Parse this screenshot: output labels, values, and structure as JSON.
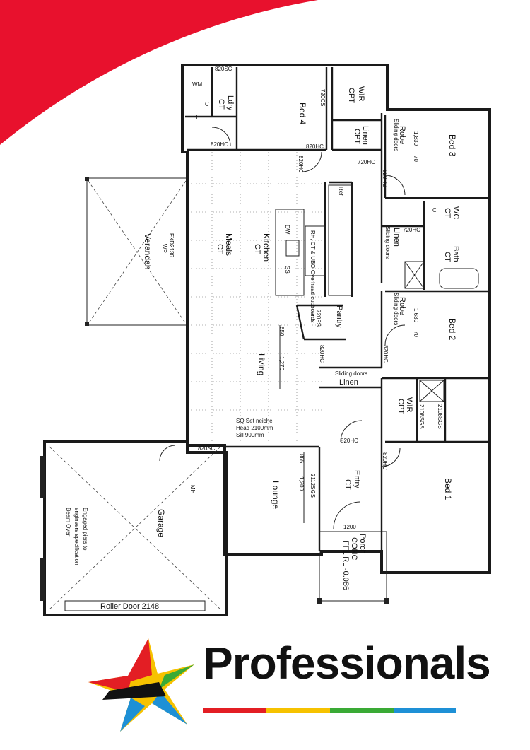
{
  "colors": {
    "swoosh": "#e8112d",
    "brand_red": "#e31e24",
    "brand_yellow": "#f6c200",
    "brand_green": "#3aaa35",
    "brand_blue": "#1e90d6"
  },
  "brand": {
    "name": "Professionals"
  },
  "rooms": {
    "bed1": "Bed 1",
    "bed2": "Bed 2",
    "bed3": "Bed 3",
    "bed4": "Bed 4",
    "garage": "Garage",
    "lounge": "Lounge",
    "living": "Living",
    "meals": "Meals",
    "meals_ct": "CT",
    "kitchen": "Kitchen",
    "kitchen_ct": "CT",
    "verandah": "Verandah",
    "pantry": "Pantry",
    "bath": "Bath",
    "bath_ct": "CT",
    "wc": "WC",
    "wc_ct": "CT",
    "entry": "Entry",
    "entry_ct": "CT",
    "porch": "Porch",
    "porch_conc": "CONC",
    "ldry": "Ldry",
    "ldry_ct": "CT",
    "wir_top": "WIR",
    "wir_top_cpt": "CPT",
    "wir_mid": "WIR",
    "wir_mid_cpt": "CPT",
    "linen_top": "Linen",
    "linen_top_cpt": "CPT",
    "linen_mid": "Linen",
    "linen_hall": "Linen",
    "robe_top": "Robe",
    "robe_mid": "Robe"
  },
  "annotations": {
    "d_820sc_ldry": "820SC",
    "d_820hc_ldry": "820HC",
    "d_720cs": "720CS",
    "d_820hc_bed4": "820HC",
    "d_820hc_kit": "820HC",
    "d_720hc_top": "720HC",
    "d_820hc_bed3": "820HC",
    "d_720hc_bath": "720HC",
    "d_720ps": "720PS",
    "d_820hc_pantry": "820HC",
    "d_820hc_bed2": "820HC",
    "d_820sc_garage": "820SC",
    "d_820hc_entry": "820HC",
    "d_820hc_bed1": "820HC",
    "d_2112sgs": "2112SGS",
    "d_2108sgs_a": "2108SGS",
    "d_2108sgs_b": "2108SGS",
    "d_1200": "1200",
    "sliding_doors_top": "Sliding doors",
    "sliding_doors_mid": "Sliding doors",
    "sliding_doors_hall": "Sliding doors",
    "sliding_doors_linen": "Sliding doors",
    "dim_1830_top": "1,830",
    "dim_70_top": "70",
    "dim_1630": "1,630",
    "dim_70_mid": "70",
    "dim_650": "650",
    "dim_1270": "1,270",
    "dim_865": "865",
    "dim_1200": "1,200",
    "fxd": "FXD2136",
    "ref": "Ref",
    "dw": "DW",
    "ss": "SS",
    "cupboards": "RH, CT & UBO Overhead cupboards",
    "wm": "WM",
    "tub": "T",
    "ldry_c": "C",
    "sq_set_1": "SQ Set neiche",
    "sq_set_2": "Head 2100mm",
    "sq_set_3": "Sill 900mm",
    "roller_door": "Roller Door 2148",
    "engaged_1": "Engaged piers to",
    "engaged_2": "engineers specification.",
    "engaged_3": "Beam Over",
    "ffl": "FFL RL -0.086",
    "mh": "MH",
    "wc_c": "C",
    "wp": "WP"
  }
}
